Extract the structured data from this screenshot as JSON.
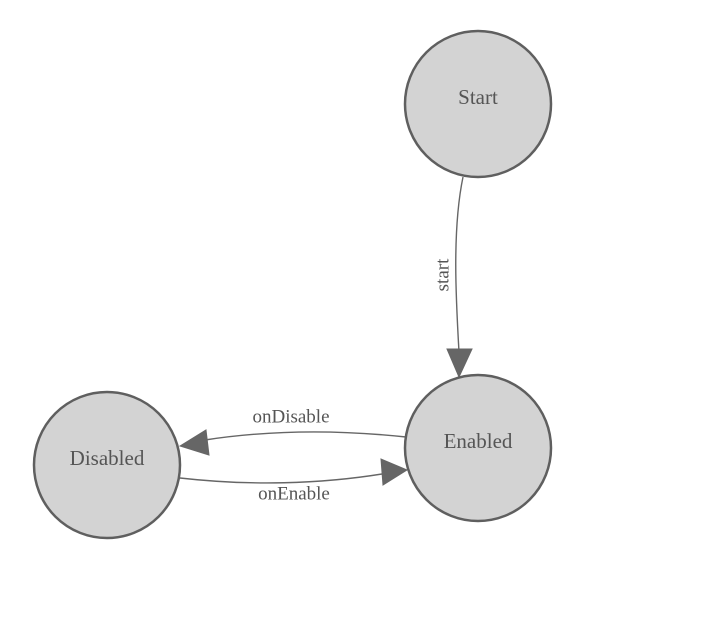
{
  "states": {
    "start": {
      "label": "Start"
    },
    "enabled": {
      "label": "Enabled"
    },
    "disabled": {
      "label": "Disabled"
    }
  },
  "transitions": {
    "start": {
      "label": "start",
      "from": "Start",
      "to": "Enabled"
    },
    "on_disable": {
      "label": "onDisable",
      "from": "Enabled",
      "to": "Disabled"
    },
    "on_enable": {
      "label": "onEnable",
      "from": "Disabled",
      "to": "Enabled"
    }
  },
  "colors": {
    "node_fill": "#d3d3d3",
    "node_stroke": "#5f5f5f",
    "edge": "#666666",
    "text": "#555555"
  }
}
